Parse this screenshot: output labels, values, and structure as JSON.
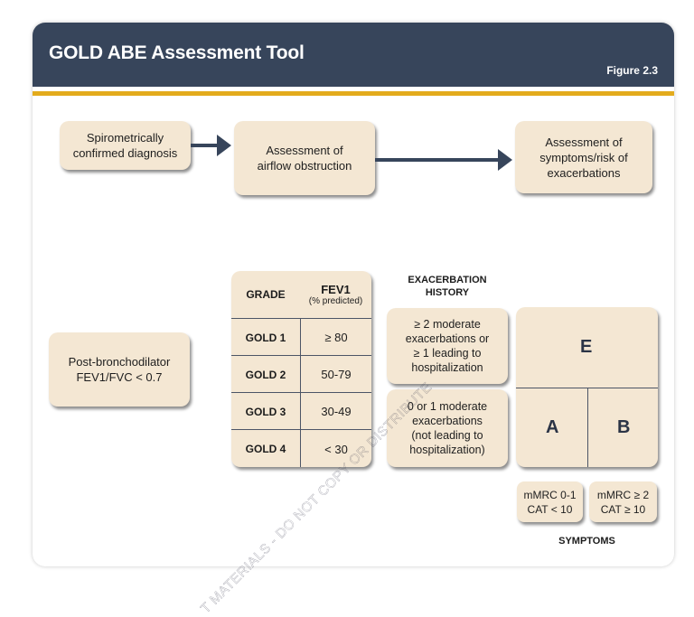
{
  "header": {
    "title": "GOLD ABE Assessment Tool",
    "figure_label": "Figure  2.3"
  },
  "flow": {
    "steps": [
      {
        "label_lines": [
          "Spirometrically",
          "confirmed diagnosis"
        ]
      },
      {
        "label_lines": [
          "Assessment of",
          "airflow obstruction"
        ]
      },
      {
        "label_lines": [
          "Assessment of",
          "symptoms/risk of",
          "exacerbations"
        ]
      }
    ]
  },
  "diagnosis_box": {
    "label_lines": [
      "Post-bronchodilator",
      "FEV1/FVC < 0.7"
    ]
  },
  "grade_table": {
    "col_grade": "GRADE",
    "col_fev1": "FEV1",
    "col_fev1_sub": "(% predicted)",
    "rows": [
      {
        "grade": "GOLD 1",
        "fev1": "≥ 80"
      },
      {
        "grade": "GOLD 2",
        "fev1": "50-79"
      },
      {
        "grade": "GOLD 3",
        "fev1": "30-49"
      },
      {
        "grade": "GOLD 4",
        "fev1": "< 30"
      }
    ]
  },
  "exacerbation": {
    "heading_lines": [
      "EXACERBATION",
      "HISTORY"
    ],
    "high_lines": [
      "≥ 2 moderate",
      "exacerbations or",
      "≥ 1 leading to",
      "hospitalization"
    ],
    "low_lines": [
      "0 or 1 moderate",
      "exacerbations",
      "(not leading to",
      "hospitalization)"
    ]
  },
  "groups": {
    "top": "E",
    "bottom_left": "A",
    "bottom_right": "B"
  },
  "symptoms": {
    "low_lines": [
      "mMRC 0-1",
      "CAT < 10"
    ],
    "high_lines": [
      "mMRC ≥ 2",
      "CAT ≥ 10"
    ],
    "label": "SYMPTOMS"
  },
  "watermark": "T MATERIALS - DO NOT COPY OR DISTRIBUTE",
  "colors": {
    "header_bg": "#37455b",
    "gold_stripe": "#e3ab1c",
    "box_fill": "#f4e7d3",
    "arrow": "#37455b"
  }
}
